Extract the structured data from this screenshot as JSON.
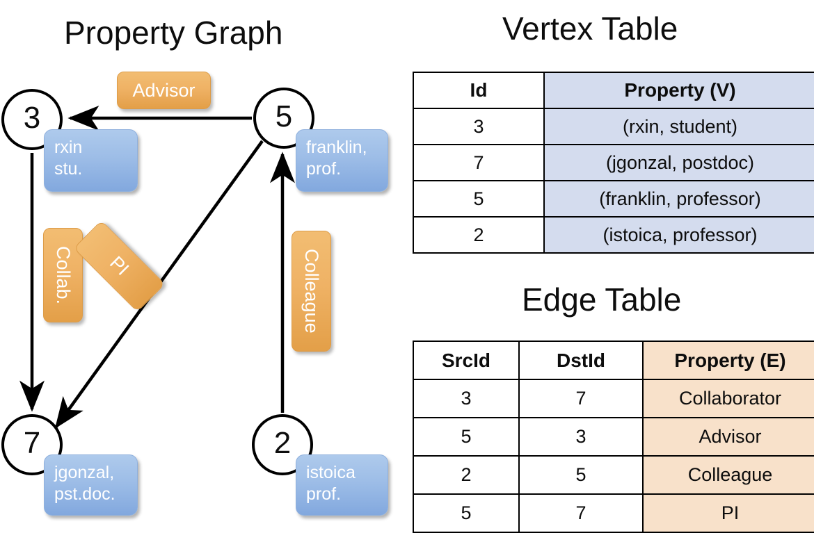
{
  "titles": {
    "property_graph": "Property Graph",
    "vertex_table": "Vertex Table",
    "edge_table": "Edge Table"
  },
  "graph": {
    "nodes": [
      {
        "id": "3",
        "label": "3",
        "property_lines": [
          "rxin",
          "stu."
        ]
      },
      {
        "id": "5",
        "label": "5",
        "property_lines": [
          "franklin,",
          "prof."
        ]
      },
      {
        "id": "7",
        "label": "7",
        "property_lines": [
          "jgonzal,",
          "pst.doc."
        ]
      },
      {
        "id": "2",
        "label": "2",
        "property_lines": [
          "istoica",
          "prof."
        ]
      }
    ],
    "node_properties": {
      "rxin": "rxin",
      "stu": "stu.",
      "franklin": "franklin,",
      "prof": "prof.",
      "jgonzal": "jgonzal,",
      "pstdoc": "pst.doc.",
      "istoica": "istoica",
      "prof2": "prof."
    },
    "edge_labels": {
      "advisor": "Advisor",
      "collab": "Collab.",
      "pi": "PI",
      "colleague": "Colleague"
    },
    "edges": [
      {
        "from": "5",
        "to": "3",
        "label": "Advisor"
      },
      {
        "from": "3",
        "to": "7",
        "label": "Collab."
      },
      {
        "from": "5",
        "to": "7",
        "label": "PI"
      },
      {
        "from": "2",
        "to": "5",
        "label": "Colleague"
      }
    ]
  },
  "vertex_table": {
    "headers": [
      "Id",
      "Property (V)"
    ],
    "rows": [
      {
        "id": "3",
        "property": "(rxin, student)"
      },
      {
        "id": "7",
        "property": "(jgonzal, postdoc)"
      },
      {
        "id": "5",
        "property": "(franklin, professor)"
      },
      {
        "id": "2",
        "property": "(istoica, professor)"
      }
    ]
  },
  "edge_table": {
    "headers": [
      "SrcId",
      "DstId",
      "Property (E)"
    ],
    "rows": [
      {
        "src": "3",
        "dst": "7",
        "property": "Collaborator"
      },
      {
        "src": "5",
        "dst": "3",
        "property": "Advisor"
      },
      {
        "src": "2",
        "dst": "5",
        "property": "Colleague"
      },
      {
        "src": "5",
        "dst": "7",
        "property": "PI"
      }
    ]
  },
  "colors": {
    "vertex_property_fill": "#d4dcee",
    "edge_property_fill": "#f8e1ca",
    "node_box_blue": "#9dbde7",
    "edge_label_orange": "#efb265",
    "stroke": "#000000"
  }
}
